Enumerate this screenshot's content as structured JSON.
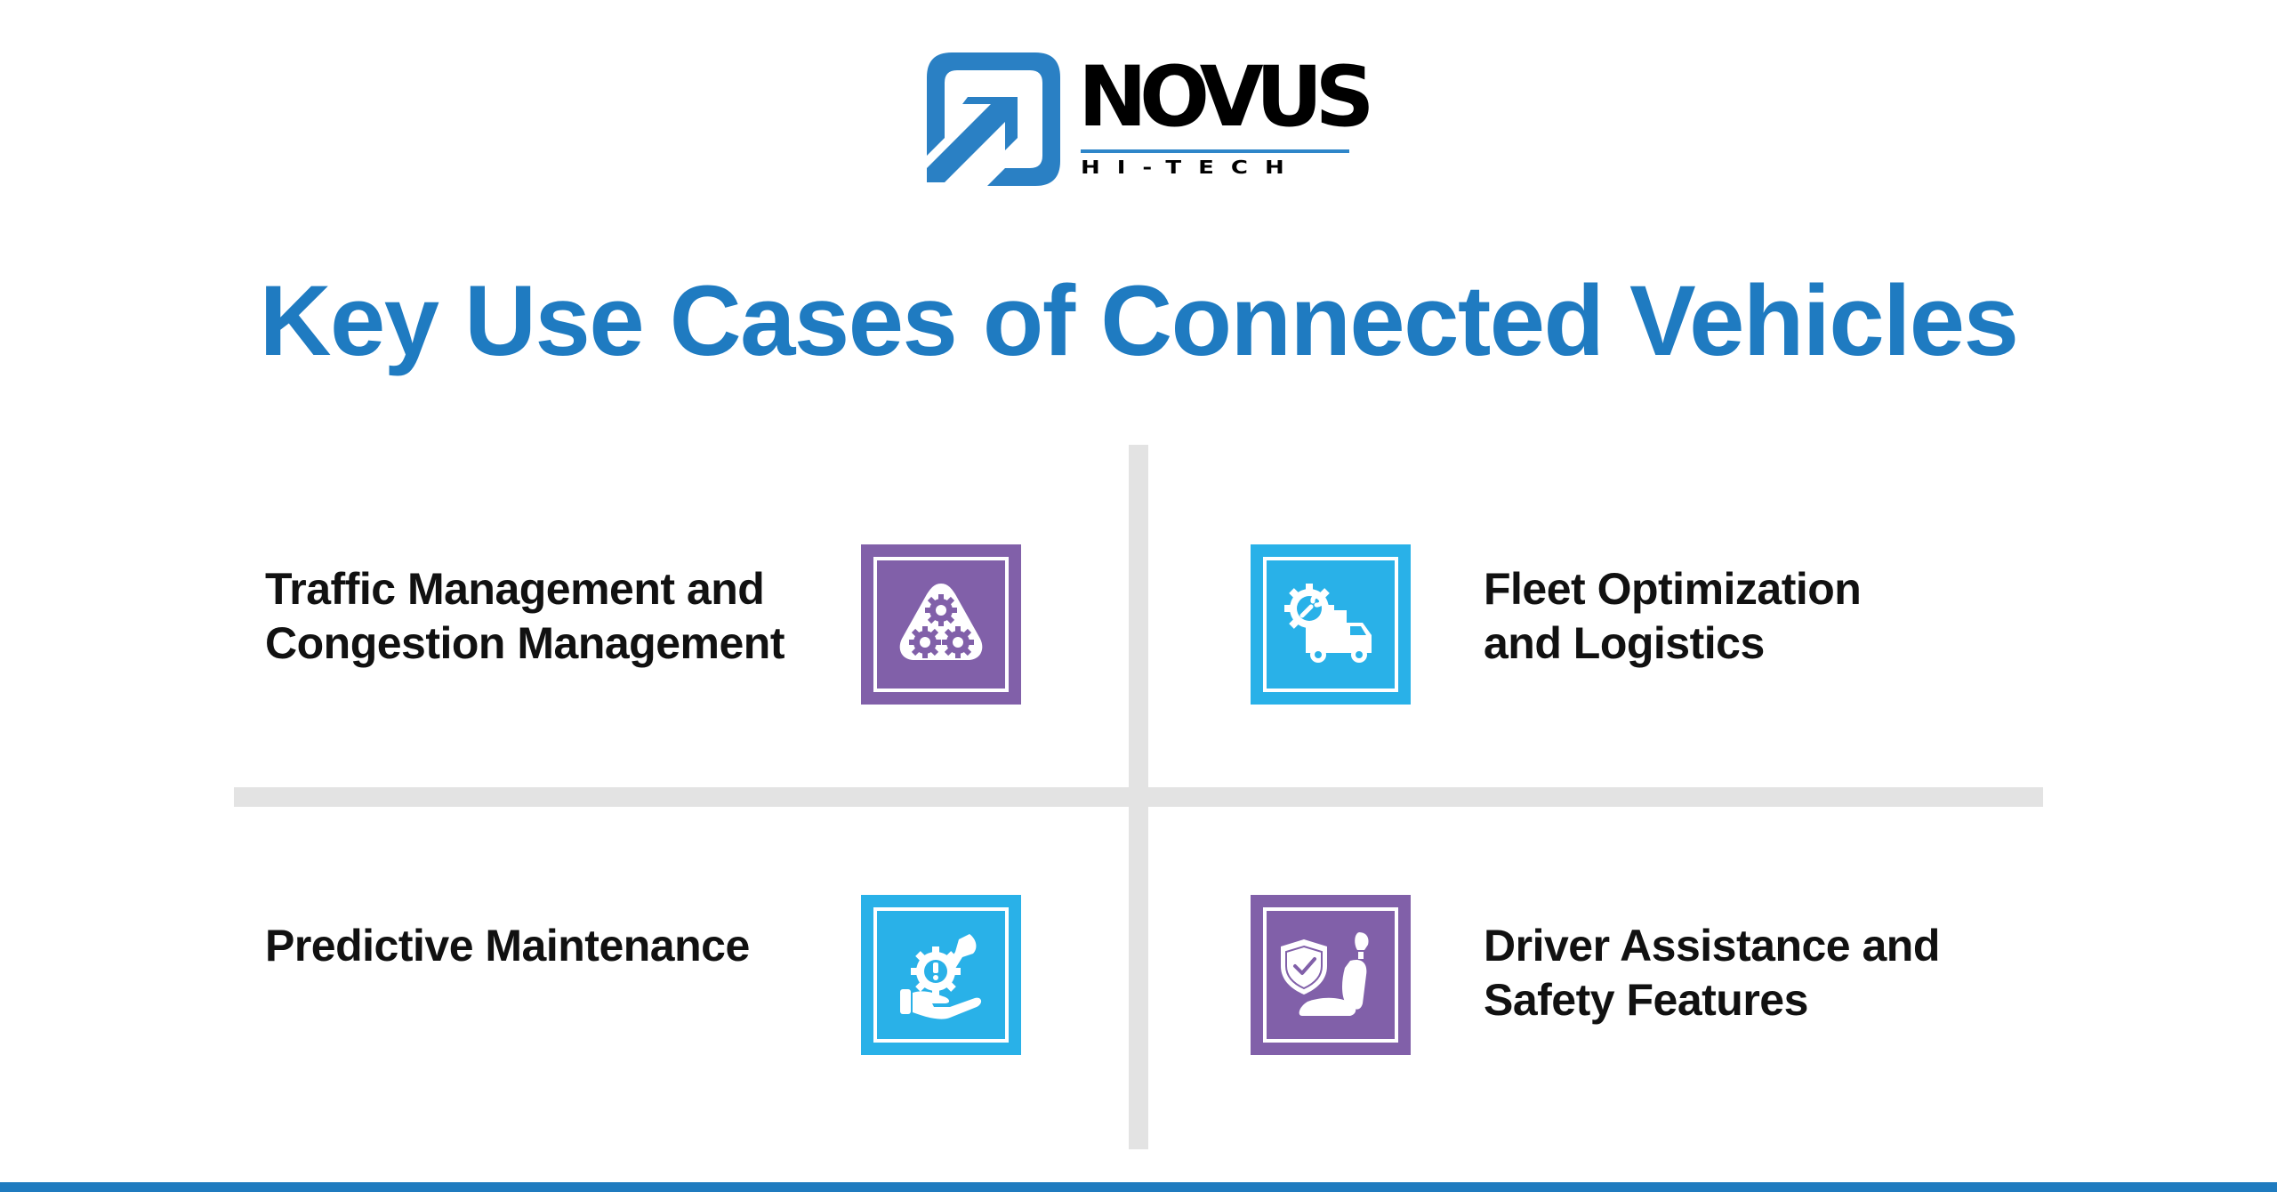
{
  "brand": {
    "name": "NOVUS",
    "tagline": "HI-TECH",
    "logo_icon": "arrow-up-right-in-square-icon",
    "colors": {
      "mark": "#2a80c4",
      "text": "#000000",
      "rule": "#2f86c9"
    }
  },
  "header": {
    "title": "Key Use Cases of Connected Vehicles",
    "title_color": "#1f7bc1"
  },
  "use_cases": [
    {
      "label_lines": [
        "Traffic Management and",
        "Congestion Management"
      ],
      "icon": "gears-triangle-icon",
      "icon_bg": "#8160a9",
      "position": "top-left"
    },
    {
      "label_lines": [
        "Fleet Optimization",
        "and Logistics"
      ],
      "icon": "truck-gear-wrench-icon",
      "icon_bg": "#29b1e8",
      "position": "top-right"
    },
    {
      "label_lines": [
        "Predictive Maintenance"
      ],
      "icon": "hand-gear-wrench-alert-icon",
      "icon_bg": "#29b1e8",
      "position": "bottom-left"
    },
    {
      "label_lines": [
        "Driver Assistance and",
        "Safety Features"
      ],
      "icon": "shield-check-car-seat-icon",
      "icon_bg": "#8160a9",
      "position": "bottom-right"
    }
  ],
  "style": {
    "divider_color": "#e3e3e3",
    "footer_bar_color": "#1f7bbf"
  }
}
